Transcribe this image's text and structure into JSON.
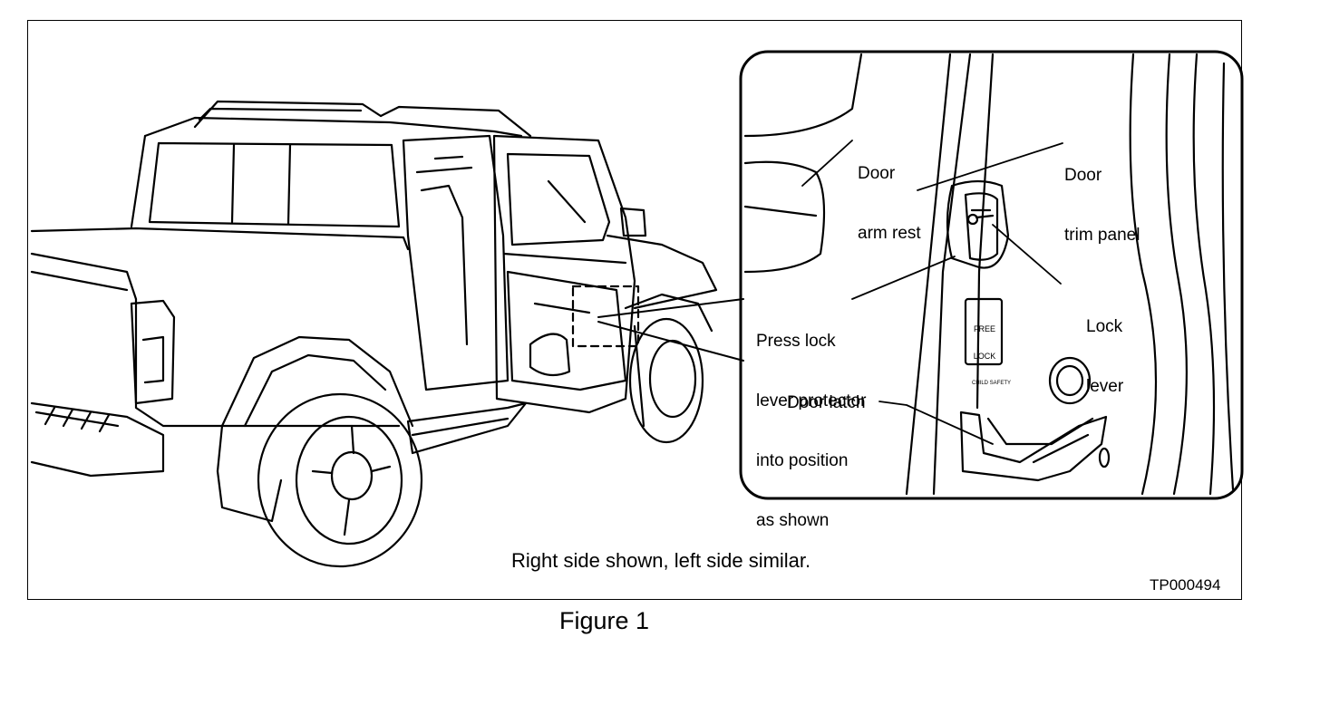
{
  "callouts": {
    "door_arm_rest": [
      "Door",
      "arm rest"
    ],
    "door_trim_panel": [
      "Door",
      "trim panel"
    ],
    "lock_lever": [
      "Lock",
      "lever"
    ],
    "press_lock": [
      "Press lock",
      "lever protector",
      "into position",
      "as shown"
    ],
    "door_latch": "Door latch"
  },
  "panel_text": {
    "free": "FREE",
    "lock": "LOCK",
    "child_safety": "CHILD SAFETY"
  },
  "caption": "Right side shown, left side similar.",
  "drawing_code": "TP000494",
  "figure_label": "Figure 1"
}
